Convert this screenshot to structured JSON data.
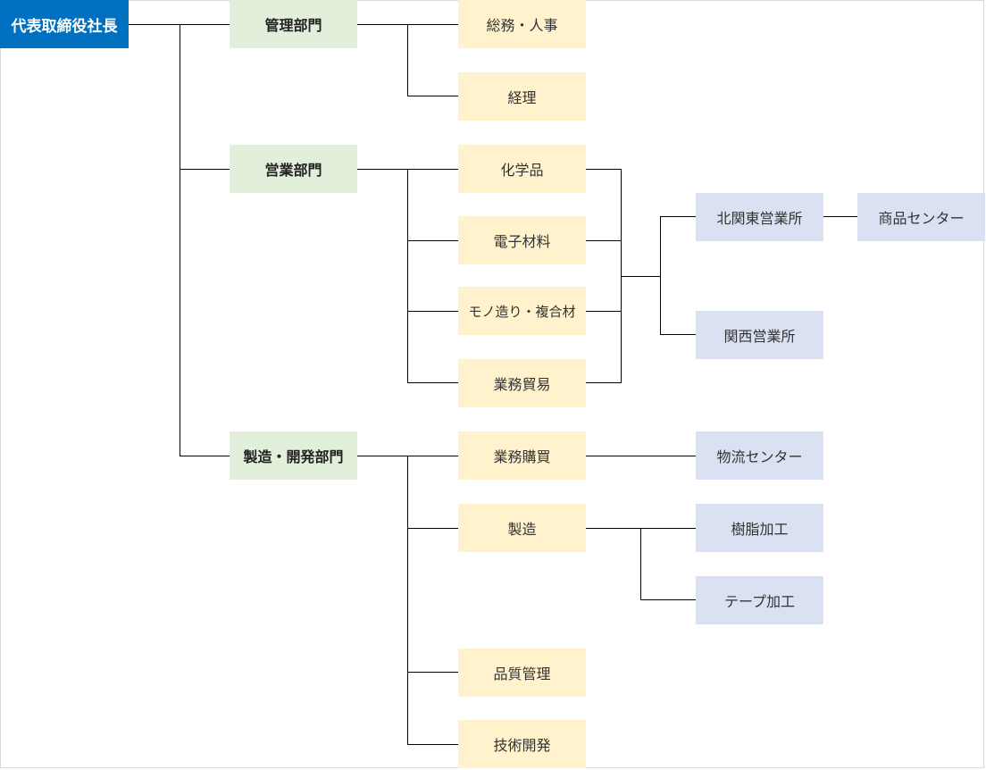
{
  "org_chart": {
    "root": {
      "label": "代表取締役社長",
      "color": "#0070c0"
    },
    "departments": [
      {
        "label": "管理部門",
        "units": [
          {
            "label": "総務・人事"
          },
          {
            "label": "経理"
          }
        ]
      },
      {
        "label": "営業部門",
        "units": [
          {
            "label": "化学品"
          },
          {
            "label": "電子材料"
          },
          {
            "label": "モノ造り・複合材"
          },
          {
            "label": "業務貿易"
          }
        ],
        "offices": [
          {
            "label": "北関東営業所",
            "child": {
              "label": "商品センター"
            }
          },
          {
            "label": "関西営業所"
          }
        ]
      },
      {
        "label": "製造・開発部門",
        "units": [
          {
            "label": "業務購買",
            "children": [
              {
                "label": "物流センター"
              }
            ]
          },
          {
            "label": "製造",
            "children": [
              {
                "label": "樹脂加工"
              },
              {
                "label": "テープ加工"
              }
            ]
          },
          {
            "label": "品質管理"
          },
          {
            "label": "技術開発"
          }
        ]
      }
    ],
    "colors": {
      "department": "#e2efda",
      "unit": "#fff2cc",
      "office": "#d9e1f2",
      "line": "#000000"
    }
  }
}
